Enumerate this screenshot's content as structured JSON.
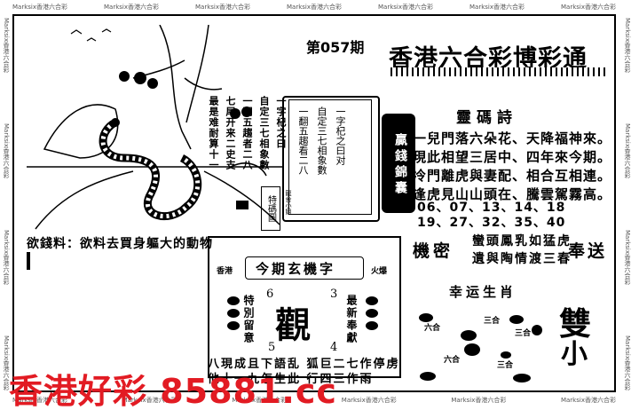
{
  "border": {
    "repeat_text": "Marksix香港六合彩",
    "top": [
      "Marksix香港六合彩",
      "Marksix香港六合彩",
      "Marksix香港六合彩",
      "Marksix香港六合彩",
      "Marksix香港六合彩",
      "Marksix香港六合彩",
      "Marksix香港六合彩"
    ],
    "bottom": [
      "Marksix香港六合彩",
      "Marksix香港六合彩",
      "Marksix香港六合彩",
      "Marksix香港六合彩",
      "Marksix香港六合彩",
      "Marksix香港六合彩"
    ],
    "left": [
      "Marksix香港六合彩",
      "Marksix香港六合彩",
      "Marksix香港六合彩",
      "Marksix香港六合彩"
    ],
    "right": [
      "Marksix香港六合彩",
      "Marksix香港六合彩",
      "Marksix香港六合彩",
      "Marksix香港六合彩"
    ]
  },
  "header": {
    "issue": "第057期",
    "brand": "香港六合彩博彩通"
  },
  "illustration": {
    "tema_label": "特碼圖",
    "poem_columns": [
      "一字杞之曰",
      "自定三七相象數",
      "一翻五趨者二八",
      "七尾开来二史支",
      "最是难耐算十一"
    ]
  },
  "scroll": {
    "columns": [
      "一字杞之曰对",
      "自定三七相象數",
      "一翻五趨看二八"
    ],
    "small": "龍舍小姐",
    "bag_text": "贏錢錦囊"
  },
  "ling_ma": {
    "title": "靈碼詩",
    "lines": [
      "一兒門落六朵花、天降福神來。",
      "現此相望三居中、四年來今期。",
      "冷門離虎與妻配、相合互相連。",
      "逢虎見山山頭在、騰雲駕霧高。"
    ],
    "numbers": [
      "06、07、13、14、18",
      "19、27、32、35、40"
    ]
  },
  "riddle": {
    "text": "欲錢料：欲料去買身軀大的動物"
  },
  "jinzhao": {
    "title": "今期玄機字",
    "left_label": "香港",
    "right_label": "火爆",
    "left_vert": "特別留意",
    "right_vert": "最新奉獻",
    "big_char": "觀",
    "num_tl": "6",
    "num_tr": "3",
    "num_bl": "5",
    "num_br": "4",
    "bottom_lines": [
      "八現成且下語乱 狐巨二七作停虏",
      "他十一九怎生此 行四三作雨"
    ]
  },
  "jimi": {
    "label": "機密",
    "lines": [
      "蠻頭鳳乳如猛虎",
      "遺與陶情渡三春"
    ],
    "bensong": "奉送"
  },
  "lucky": {
    "title": "幸运生肖",
    "hehe": [
      "六合",
      "三合",
      "三合",
      "六合",
      "三合"
    ],
    "shuang": "雙",
    "xiao": "小"
  },
  "watermark": {
    "text": "香港好彩 85881.cc",
    "color": "#e21b23"
  }
}
